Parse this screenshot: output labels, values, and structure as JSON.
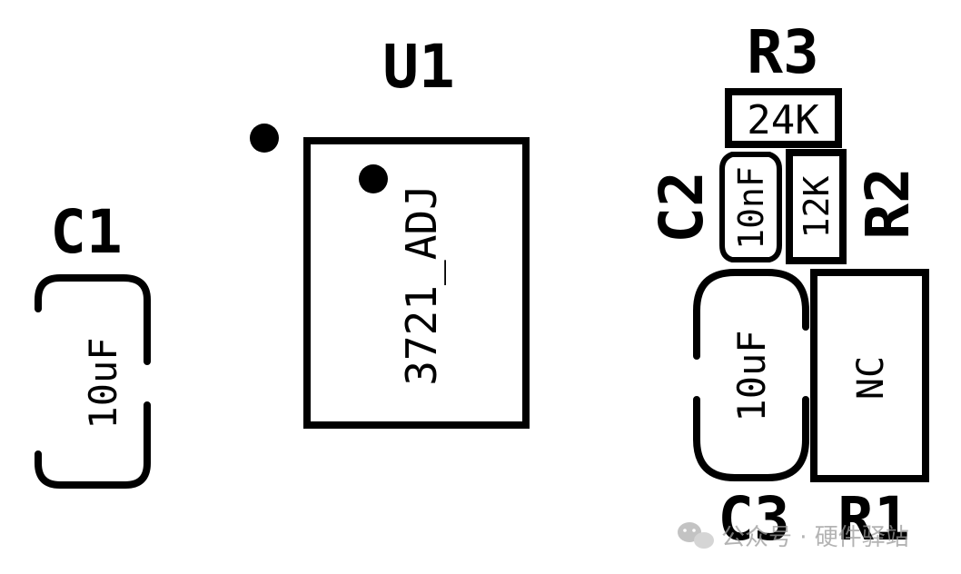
{
  "components": {
    "U1": {
      "ref": "U1",
      "value": "3721_ADJ"
    },
    "C1": {
      "ref": "C1",
      "value": "10uF"
    },
    "C2": {
      "ref": "C2",
      "value": "10nF"
    },
    "C3": {
      "ref": "C3",
      "value": "10uF"
    },
    "R1": {
      "ref": "R1",
      "value": "NC"
    },
    "R2": {
      "ref": "R2",
      "value": "12K"
    },
    "R3": {
      "ref": "R3",
      "value": "24K"
    }
  },
  "watermark": {
    "text": "公众号 · 硬件驿站",
    "icon": "wechat-icon"
  },
  "colors": {
    "ink": "#000000",
    "background": "#ffffff",
    "watermark": "#9a9a9a"
  }
}
